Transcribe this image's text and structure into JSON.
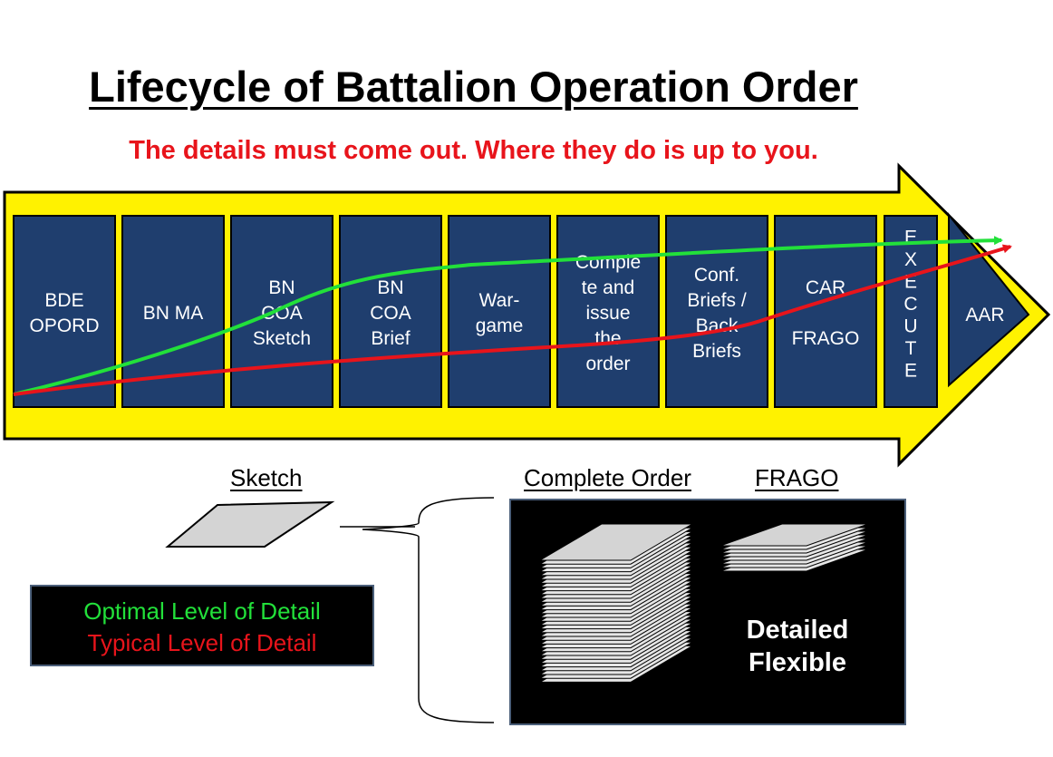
{
  "title": "Lifecycle of Battalion Operation Order",
  "subtitle": "The details must come out. Where they do is up to you.",
  "steps": [
    {
      "lines": [
        "BDE",
        "OPORD"
      ]
    },
    {
      "lines": [
        "BN MA"
      ]
    },
    {
      "lines": [
        "BN",
        "COA",
        "Sketch"
      ]
    },
    {
      "lines": [
        "BN",
        "COA",
        "Brief"
      ]
    },
    {
      "lines": [
        "War-",
        "game"
      ]
    },
    {
      "lines": [
        "Comple",
        "te and",
        "issue",
        "the",
        "order"
      ]
    },
    {
      "lines": [
        "Conf.",
        "Briefs /",
        "Back",
        "Briefs"
      ]
    },
    {
      "lines": [
        "CAR",
        "",
        "FRAGO"
      ]
    },
    {
      "lines": [
        "E",
        "X",
        "E",
        "C",
        "U",
        "T",
        "E"
      ]
    }
  ],
  "aar": "AAR",
  "labels": {
    "sketch": "Sketch",
    "complete_order": "Complete Order",
    "frago": "FRAGO"
  },
  "legend": {
    "optimal": "Optimal Level of Detail",
    "typical": "Typical Level of Detail"
  },
  "doc_caption": {
    "line1": "Detailed",
    "line2": "Flexible"
  },
  "colors": {
    "arrow_fill": "#fff200",
    "step_fill": "#1f3e6e",
    "optimal_line": "#22e03a",
    "typical_line": "#e8141b",
    "subtitle": "#e8141b"
  }
}
